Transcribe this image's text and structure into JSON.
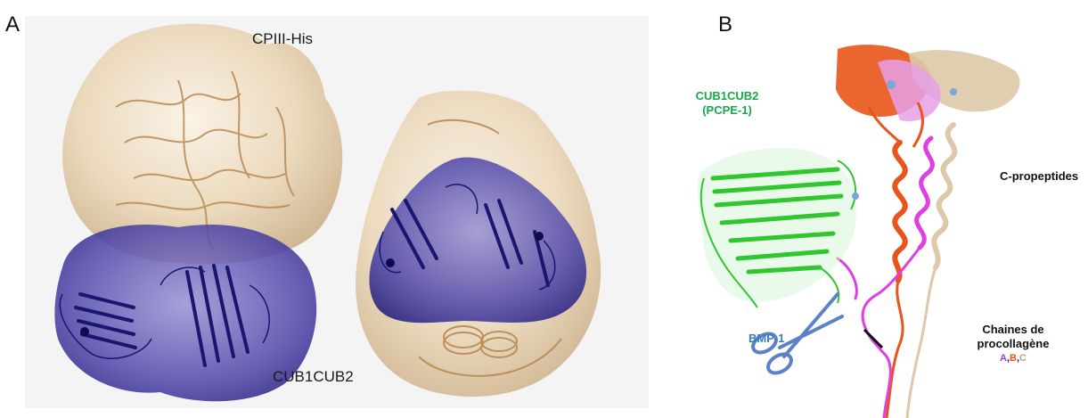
{
  "panel_a": {
    "letter": "A",
    "label_top": "CPIII-His",
    "label_bottom": "CUB1CUB2"
  },
  "panel_b": {
    "letter": "B",
    "cub_label_line1": "CUB1CUB2",
    "cub_label_line2": "(PCPE-1)",
    "cpro_label": "C-propeptides",
    "bmp_label": "BMP-1",
    "chain_label_line1": "Chaines de",
    "chain_label_line2": "procollagène",
    "chain_letters": [
      "A",
      ",",
      "B",
      ",",
      "C"
    ]
  },
  "colors": {
    "cub_envelope": "#4a3f9e",
    "cub_ribbon": "#1a1670",
    "cpiii_envelope": "#e8d3b3",
    "cpiii_ribbon": "#b98a52",
    "green_ribbon": "#2fc62f",
    "green_label": "#17a84a",
    "chain_a_magenta": "#e040e0",
    "chain_b_orange": "#e8541a",
    "chain_c_tan": "#ddc9a8",
    "bmp_label": "#3a7cc0",
    "scissors": "#5b82c8"
  }
}
